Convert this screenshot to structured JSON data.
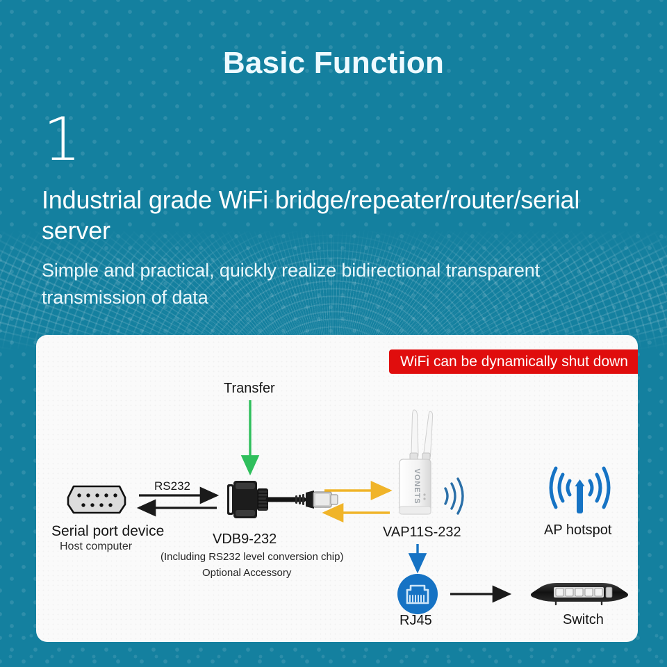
{
  "page": {
    "title": "Basic Function",
    "section_number": "1",
    "headline": "Industrial grade WiFi bridge/repeater/router/serial server",
    "subline": "Simple and practical, quickly realize bidirectional transparent transmission of data",
    "background_color": "#14809f",
    "title_color": "#eefaff"
  },
  "diagram": {
    "banner": {
      "text": "WiFi can be dynamically shut down",
      "color": "#e00d0d",
      "text_color": "#ffffff"
    },
    "labels": {
      "transfer": "Transfer",
      "rs232": "RS232",
      "serial_device": "Serial port device",
      "host_computer": "Host computer",
      "vdb9": "VDB9-232",
      "vdb9_note": "(Including RS232 level conversion chip)",
      "vdb9_optional": "Optional Accessory",
      "vap": "VAP11S-232",
      "ap_hotspot": "AP hotspot",
      "rj45": "RJ45",
      "switch": "Switch"
    },
    "arrow_colors": {
      "transfer": "#2fbf5c",
      "serial": "#1a1a1a",
      "data": "#f0b429",
      "ethernet": "#1673c4",
      "switch_link": "#1a1a1a"
    },
    "icons": {
      "serial_port": "db9-connector-icon",
      "vdb9_adapter": "db9-to-rj45-cable-icon",
      "access_point": "wifi-access-point-icon",
      "wifi_waves": "wifi-waves-icon",
      "ap_hotspot": "antenna-tower-icon",
      "rj45": "rj45-jack-icon",
      "switch": "network-switch-icon"
    }
  }
}
